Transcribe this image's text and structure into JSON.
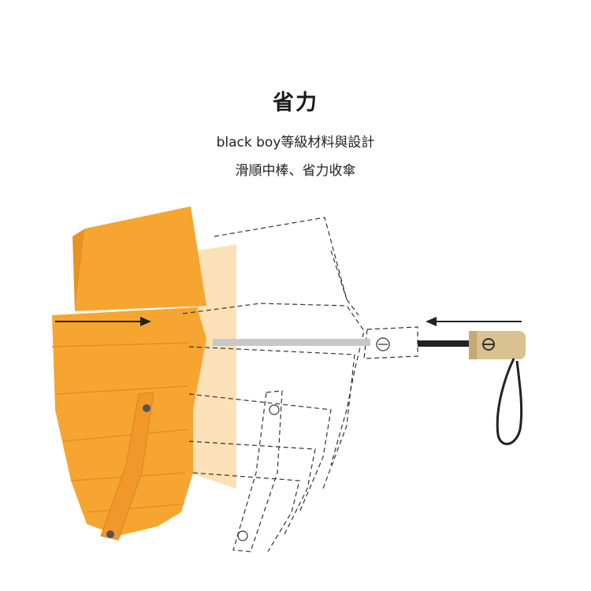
{
  "heading": "省力",
  "lines": [
    "black boy等級材料與設計",
    "滑順中棒、省力收傘"
  ],
  "colors": {
    "canopy": "#f6a531",
    "canopy_shade": "#e8921f",
    "handle_wood": "#d9c28f",
    "outline": "#333333"
  }
}
